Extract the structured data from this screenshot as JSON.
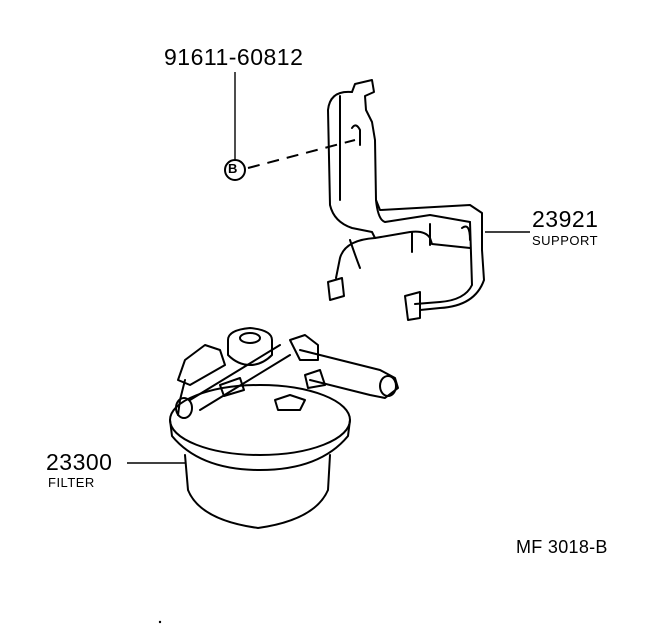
{
  "diagram": {
    "type": "exploded-parts-diagram",
    "reference_code": "MF 3018-B",
    "parts": [
      {
        "id": "bolt",
        "part_number": "91611-60812",
        "name": "",
        "symbol": "B"
      },
      {
        "id": "support",
        "part_number": "23921",
        "name": "SUPPORT"
      },
      {
        "id": "filter",
        "part_number": "23300",
        "name": "FILTER"
      }
    ]
  },
  "colors": {
    "line": "#000000",
    "background": "#ffffff"
  }
}
